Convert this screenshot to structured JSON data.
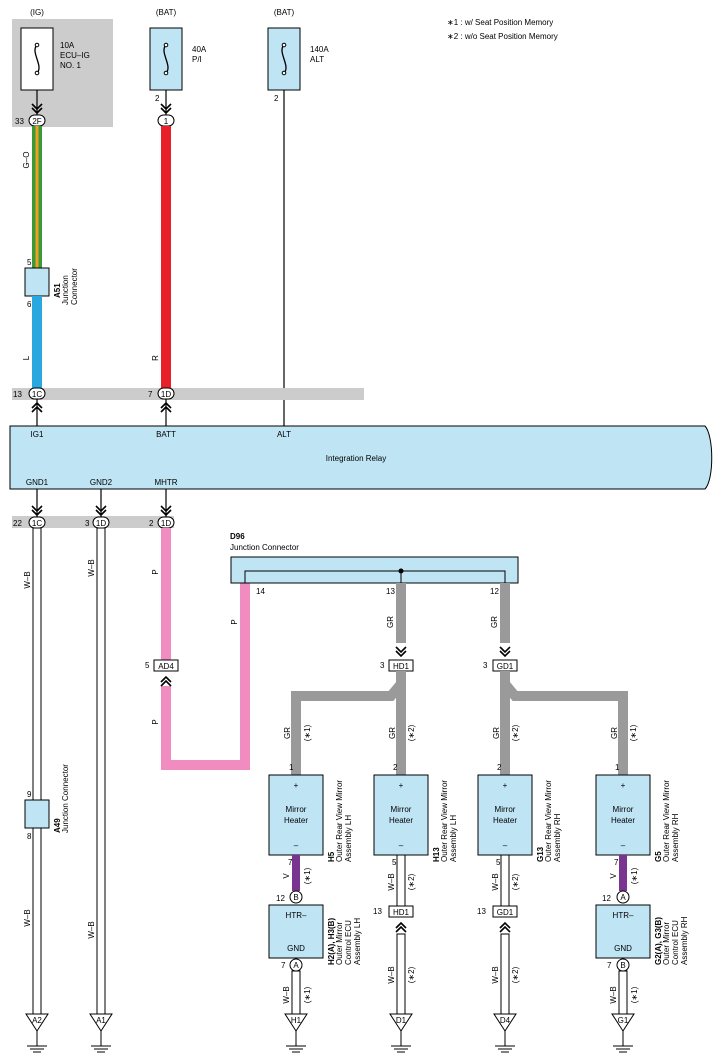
{
  "legend": {
    "note1": "∗1 : w/ Seat Position Memory",
    "note2": "∗2 : w/o Seat Position Memory"
  },
  "sources": {
    "ig": "(IG)",
    "bat1": "(BAT)",
    "bat2": "(BAT)"
  },
  "fuses": {
    "ecu_ig": {
      "line1": "10A",
      "line2": "ECU–IG",
      "line3": "NO. 1",
      "pin": "33",
      "connector": "2F"
    },
    "pi": {
      "line1": "40A",
      "line2": "P/I",
      "pin": "2",
      "connector": "1"
    },
    "alt": {
      "line1": "140A",
      "line2": "ALT",
      "pin": "2"
    }
  },
  "wires": {
    "go": "G–O",
    "l": "L",
    "r": "R",
    "wb": "W–B",
    "p": "P",
    "gr": "GR",
    "v": "V"
  },
  "a51": {
    "code": "A51",
    "desc1": "Junction",
    "desc2": "Connector",
    "pin_top": "5",
    "pin_bottom": "6"
  },
  "relay_in": {
    "ig1": {
      "pin": "13",
      "conn": "1C"
    },
    "batt": {
      "pin": "7",
      "conn": "1D"
    }
  },
  "relay": {
    "name": "Integration Relay",
    "ig1": "IG1",
    "batt": "BATT",
    "alt": "ALT",
    "gnd1": "GND1",
    "gnd2": "GND2",
    "mhtr": "MHTR"
  },
  "relay_out": {
    "gnd1": {
      "pin": "22",
      "conn": "1C"
    },
    "gnd2": {
      "pin": "3",
      "conn": "1D"
    },
    "mhtr": {
      "pin": "2",
      "conn": "1D"
    }
  },
  "d96": {
    "code": "D96",
    "desc": "Junction Connector",
    "pin14": "14",
    "pin13": "13",
    "pin12": "12"
  },
  "ad4": {
    "pin": "5",
    "conn": "AD4"
  },
  "hd1_top": {
    "pin": "3",
    "conn": "HD1"
  },
  "gd1_top": {
    "pin": "3",
    "conn": "GD1"
  },
  "star1": "(∗1)",
  "star2": "(∗2)",
  "heaters": {
    "h5": {
      "pin_top": "1",
      "plus": "+",
      "name1": "Mirror",
      "name2": "Heater",
      "minus": "–",
      "pin_bottom": "7",
      "code": "H5",
      "desc1": "Outer Rear View Mirror",
      "desc2": "Assembly LH"
    },
    "h13": {
      "pin_top": "2",
      "plus": "+",
      "name1": "Mirror",
      "name2": "Heater",
      "minus": "–",
      "pin_bottom": "5",
      "code": "H13",
      "desc1": "Outer Rear View Mirror",
      "desc2": "Assembly LH"
    },
    "g13": {
      "pin_top": "2",
      "plus": "+",
      "name1": "Mirror",
      "name2": "Heater",
      "minus": "–",
      "pin_bottom": "5",
      "code": "G13",
      "desc1": "Outer Rear View Mirror",
      "desc2": "Assembly RH"
    },
    "g5": {
      "pin_top": "1",
      "plus": "+",
      "name1": "Mirror",
      "name2": "Heater",
      "minus": "–",
      "pin_bottom": "7",
      "code": "G5",
      "desc1": "Outer Rear View Mirror",
      "desc2": "Assembly RH"
    }
  },
  "ecus": {
    "lh": {
      "pin_top": "12",
      "conn_top": "B",
      "top": "HTR–",
      "bottom": "GND",
      "pin_bottom": "7",
      "conn_bottom": "A",
      "code": "H2(A), H3(B)",
      "desc1": "Outer Mirror",
      "desc2": "Control ECU",
      "desc3": "Assembly LH"
    },
    "rh": {
      "pin_top": "12",
      "conn_top": "A",
      "top": "HTR–",
      "bottom": "GND",
      "pin_bottom": "7",
      "conn_bottom": "B",
      "code": "G2(A), G3(B)",
      "desc1": "Outer Mirror",
      "desc2": "Control ECU",
      "desc3": "Assembly RH"
    }
  },
  "hd1_bottom": {
    "pin": "13",
    "conn": "HD1"
  },
  "gd1_bottom": {
    "pin": "13",
    "conn": "GD1"
  },
  "a49": {
    "code": "A49",
    "desc": "Junction Connector",
    "pin_top": "9",
    "pin_bottom": "8"
  },
  "grounds": {
    "a2": "A2",
    "a1": "A1",
    "h1": "H1",
    "d1": "D1",
    "d4": "D4",
    "g1": "G1"
  },
  "colors": {
    "go_green": "#3a9a3a",
    "go_orange": "#f0a020",
    "blue": "#29a8e0",
    "red": "#e8202a",
    "pink": "#f08cbf",
    "gray": "#9a9a9a",
    "violet": "#7a3590",
    "component_fill": "#bfe4f4",
    "shade": "#cccccc"
  }
}
